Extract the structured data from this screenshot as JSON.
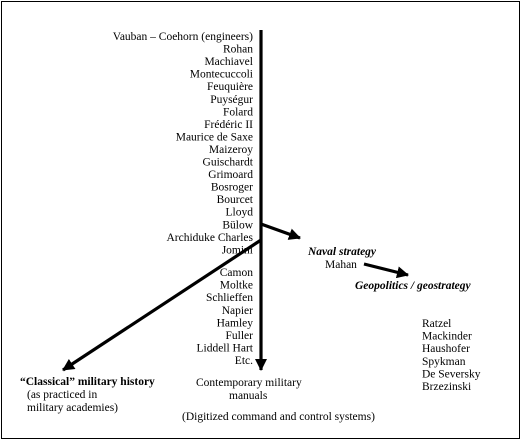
{
  "pre_modern_names": [
    "Vauban – Coehorn (engineers)",
    "Rohan",
    "Machiavel",
    "Montecuccoli",
    "Feuquière",
    "Puységur",
    "Folard",
    "Frédéric II",
    "Maurice de Saxe",
    "Maizeroy",
    "Guischardt",
    "Grimoard",
    "Bosroger",
    "Bourcet",
    "Lloyd",
    "Bülow",
    "Archiduke Charles",
    "Jomini"
  ],
  "modern_names": [
    "Camon",
    "Moltke",
    "Schlieffen",
    "Napier",
    "Hamley",
    "Fuller",
    "Liddell Hart",
    "Etc."
  ],
  "naval": {
    "heading": "Naval strategy",
    "name": "Mahan"
  },
  "geopolitics": {
    "heading": "Geopolitics / geostrategy",
    "names": [
      "Ratzel",
      "Mackinder",
      "Haushofer",
      "Spykman",
      "De Seversky",
      "Brzezinski"
    ]
  },
  "classical": {
    "heading": "“Classical” military history",
    "line2": "(as practiced in",
    "line3": "military academies)"
  },
  "contemporary": {
    "line1": "Contemporary military",
    "line2": "manuals"
  },
  "footer": "(Digitized command and control systems)"
}
